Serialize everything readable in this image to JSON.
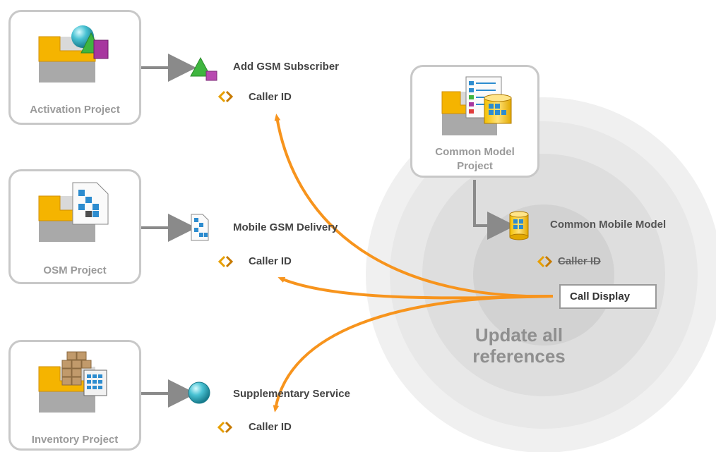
{
  "projects": [
    {
      "id": "activation",
      "label": "Activation Project",
      "icon": "activation-project-icon"
    },
    {
      "id": "osm",
      "label": "OSM Project",
      "icon": "osm-project-icon"
    },
    {
      "id": "inventory",
      "label": "Inventory Project",
      "icon": "inventory-project-icon"
    }
  ],
  "entities": [
    {
      "id": "add-gsm",
      "label": "Add GSM Subscriber",
      "icon": "triangle-square-icon",
      "child": "Caller ID"
    },
    {
      "id": "mobile-gsm",
      "label": "Mobile GSM Delivery",
      "icon": "document-grid-icon",
      "child": "Caller ID"
    },
    {
      "id": "supp",
      "label": "Supplementary Service",
      "icon": "sphere-icon",
      "child": "Caller ID"
    }
  ],
  "common": {
    "box_label_line1": "Common Model",
    "box_label_line2": "Project",
    "model_label": "Common Mobile Model",
    "old_name": "Caller ID",
    "new_name": "Call Display",
    "caption_line1": "Update all",
    "caption_line2": "references"
  },
  "colors": {
    "arrow_orange": "#f7941d",
    "arrow_gray": "#8a8a8a",
    "ring_light": "#f0f0f0",
    "ring_mid": "#e3e3e3",
    "ring_dark": "#d4d4d4"
  }
}
